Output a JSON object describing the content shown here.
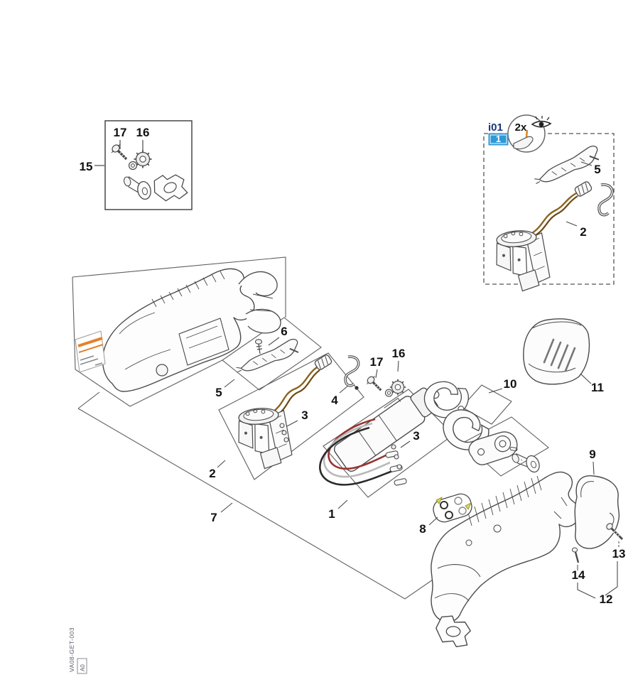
{
  "page": {
    "background": "#ffffff"
  },
  "diagram": {
    "type": "exploded-parts-diagram",
    "watermark": {
      "code": "VA08-GET-003",
      "revision": "A0"
    },
    "inset": {
      "info_code": "i01",
      "info_badge": "1",
      "repeat_note": "2x"
    },
    "colors": {
      "line": "#4a4a4a",
      "construction_line": "#6a6a6a",
      "callout_text": "#111111",
      "info_blue": "#17357e",
      "badge_blue": "#2f99d6",
      "wire_brown": "#8a6420",
      "wire_brown_dark": "#6b4a12",
      "wire_red": "#993330",
      "wire_black": "#2b2b2b",
      "highlight_yellow": "#ded84e",
      "label_orange": "#e87f2a"
    },
    "callouts": {
      "c15": {
        "label": "15"
      },
      "c17_top": {
        "label": "17"
      },
      "c16_top": {
        "label": "16"
      },
      "i5": {
        "label": "5"
      },
      "i2": {
        "label": "2"
      },
      "c6": {
        "label": "6"
      },
      "c5": {
        "label": "5"
      },
      "c17_mid": {
        "label": "17"
      },
      "c16_mid": {
        "label": "16"
      },
      "c4": {
        "label": "4"
      },
      "c3_left": {
        "label": "3"
      },
      "c2": {
        "label": "2"
      },
      "c3_right": {
        "label": "3"
      },
      "c1": {
        "label": "1"
      },
      "c7": {
        "label": "7"
      },
      "c10": {
        "label": "10"
      },
      "c11": {
        "label": "11"
      },
      "c9": {
        "label": "9"
      },
      "c8": {
        "label": "8"
      },
      "c13": {
        "label": "13"
      },
      "c14": {
        "label": "14"
      },
      "c12": {
        "label": "12"
      }
    }
  }
}
